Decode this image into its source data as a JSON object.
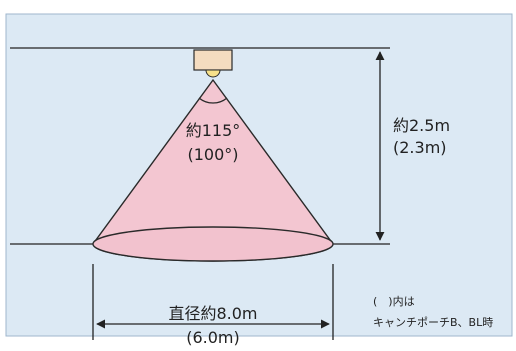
{
  "diagram": {
    "angle_label": "約115°",
    "angle_alt_label": "(100°)",
    "height_label": "約2.5m",
    "height_alt_label": "(2.3m)",
    "diameter_label": "直径約8.0m",
    "diameter_alt_label": "(6.0m)",
    "note_line1": "(　)内は",
    "note_line2": "キャンチポーチB、BL時",
    "colors": {
      "panel_bg": "#dce9f4",
      "cone_fill": "#f3c6d1",
      "cone_stroke": "#2a2a2a",
      "fixture_fill": "#f4dcc0",
      "bulb_fill": "#f7e18a",
      "line": "#222222"
    }
  }
}
